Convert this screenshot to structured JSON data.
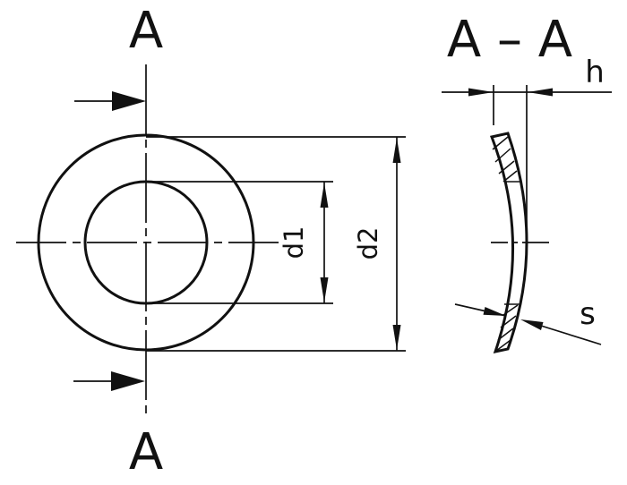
{
  "drawing": {
    "type": "technical-drawing",
    "subject": "curved spring washer, front view and section",
    "colors": {
      "ink": "#111111",
      "background": "#ffffff"
    },
    "front_view": {
      "section_label_top": "A",
      "section_label_bottom": "A",
      "inner_diameter_label": "d1",
      "outer_diameter_label": "d2"
    },
    "section_view": {
      "title": "A – A",
      "height_label": "h",
      "thickness_label": "s"
    }
  }
}
